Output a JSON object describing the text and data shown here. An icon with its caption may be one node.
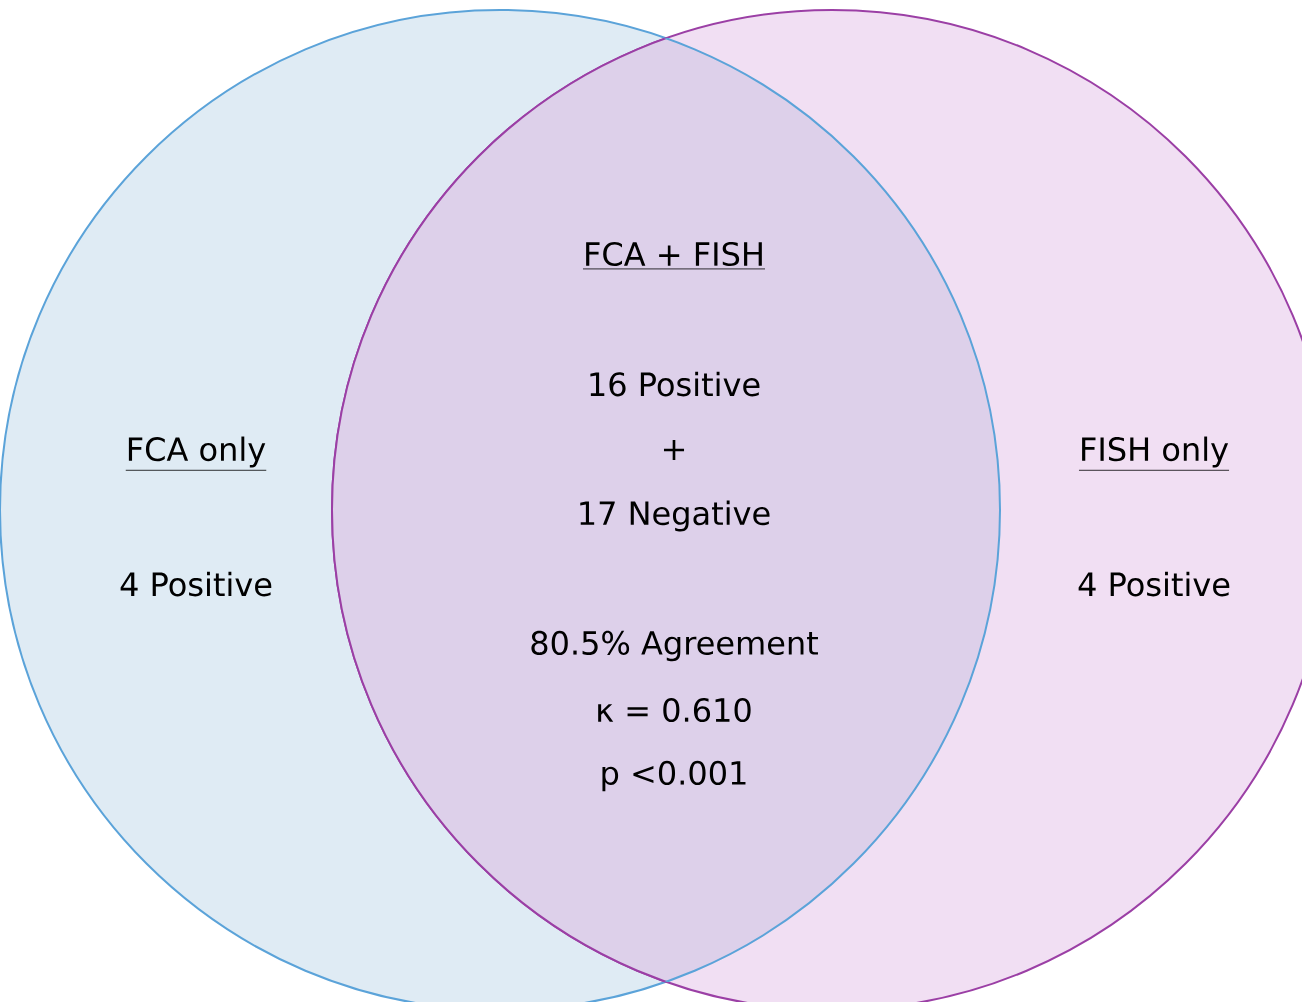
{
  "diagram": {
    "nodes": [
      {
        "text": [
          "FCA only",
          "4 Positive"
        ]
      },
      {
        "text": [
          "FISH only",
          "4 Positive"
        ]
      },
      {
        "text": [
          "FCA + FISH",
          "16 Positive",
          "+",
          "17 Negative",
          "80.5% Agreement",
          "κ = 0.610",
          "p <0.001"
        ]
      }
    ]
  }
}
